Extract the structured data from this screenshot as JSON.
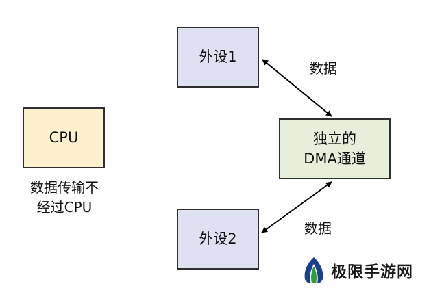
{
  "diagram": {
    "cpu_box": {
      "label": "CPU"
    },
    "cpu_note": {
      "line1": "数据传输不",
      "line2": "经过CPU"
    },
    "device1": {
      "label": "外设1"
    },
    "device2": {
      "label": "外设2"
    },
    "dma_channel": {
      "line1": "独立的",
      "line2": "DMA通道"
    },
    "edge_labels": {
      "upper": "数据",
      "lower": "数据"
    },
    "watermark": {
      "text": "极限手游网",
      "logo_icon": "leaf-logo-icon"
    },
    "colors": {
      "cpu_fill": "#fdf0cf",
      "device_fill": "#dde1f1",
      "dma_fill": "#e5efda",
      "border": "#2f2f2f",
      "logo_blue": "#1b3f8f",
      "logo_green": "#2f9e3a"
    }
  }
}
